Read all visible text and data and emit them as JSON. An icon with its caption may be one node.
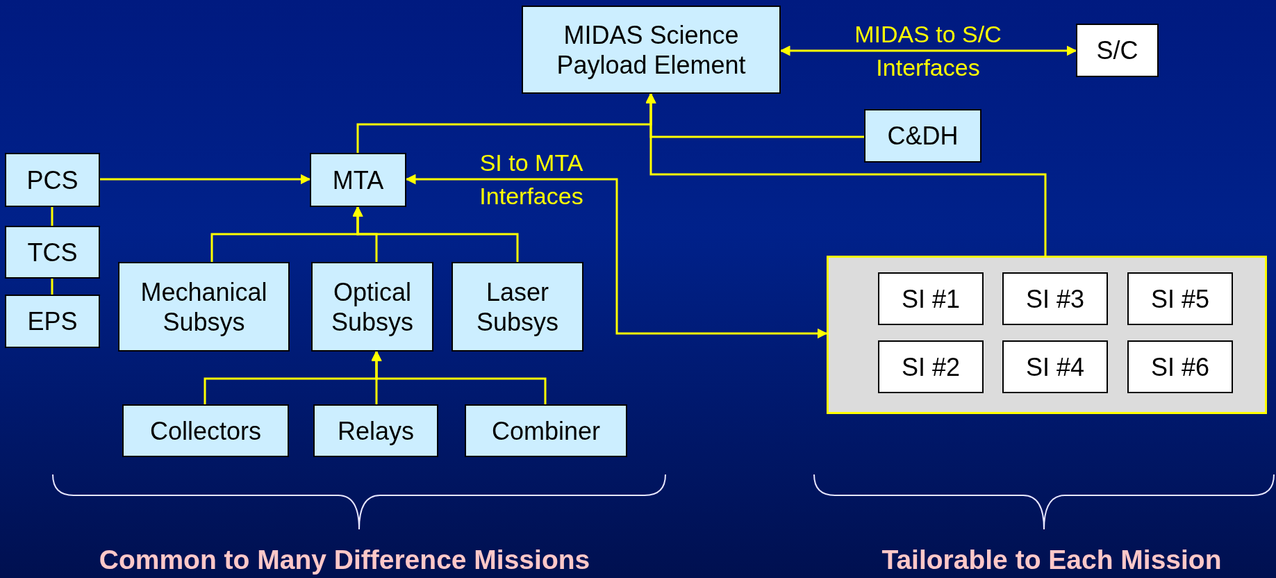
{
  "diagram": {
    "nodes": [
      {
        "text": [
          "MIDAS Science Payload Element"
        ]
      },
      {
        "text": [
          "S/C"
        ]
      },
      {
        "text": [
          "C&DH"
        ]
      },
      {
        "text": [
          "PCS"
        ]
      },
      {
        "text": [
          "MTA"
        ]
      },
      {
        "text": [
          "TCS"
        ]
      },
      {
        "text": [
          "EPS"
        ]
      },
      {
        "text": [
          "Mechanical Subsys"
        ]
      },
      {
        "text": [
          "Optical Subsys"
        ]
      },
      {
        "text": [
          "Laser Subsys"
        ]
      },
      {
        "text": [
          "Collectors"
        ]
      },
      {
        "text": [
          "Relays"
        ]
      },
      {
        "text": [
          "Combiner"
        ]
      },
      {
        "text": [],
        "shape": "box"
      },
      {
        "text": [
          "SI #1"
        ],
        "in": 13
      },
      {
        "text": [
          "SI #3"
        ],
        "in": 13
      },
      {
        "text": [
          "SI #5"
        ],
        "in": 13
      },
      {
        "text": [
          "SI #2"
        ],
        "in": 13
      },
      {
        "text": [
          "SI #4"
        ],
        "in": 13
      },
      {
        "text": [
          "SI #6"
        ],
        "in": 13
      }
    ],
    "edges": [
      {
        "from": 0,
        "to": 1,
        "arrow": "both",
        "label": "MIDAS to S/C Interfaces"
      },
      {
        "from": 4,
        "to": 0,
        "arrow": "to"
      },
      {
        "from": 2,
        "to": 0,
        "arrow": "to"
      },
      {
        "from": 13,
        "to": 0,
        "arrow": "to"
      },
      {
        "from": 3,
        "to": 4,
        "arrow": "to"
      },
      {
        "from": 3,
        "to": 5,
        "arrow": "none"
      },
      {
        "from": 5,
        "to": 6,
        "arrow": "none"
      },
      {
        "from": 7,
        "to": 4,
        "arrow": "to"
      },
      {
        "from": 8,
        "to": 4,
        "arrow": "to"
      },
      {
        "from": 9,
        "to": 4,
        "arrow": "to"
      },
      {
        "from": 10,
        "to": 8,
        "arrow": "to"
      },
      {
        "from": 11,
        "to": 8,
        "arrow": "to"
      },
      {
        "from": 12,
        "to": 8,
        "arrow": "to"
      },
      {
        "from": 4,
        "to": 13,
        "arrow": "both",
        "label": "SI to MTA Interfaces"
      }
    ],
    "labels": [
      "Common to Many Difference Missions",
      "Tailorable to Each Mission"
    ]
  }
}
